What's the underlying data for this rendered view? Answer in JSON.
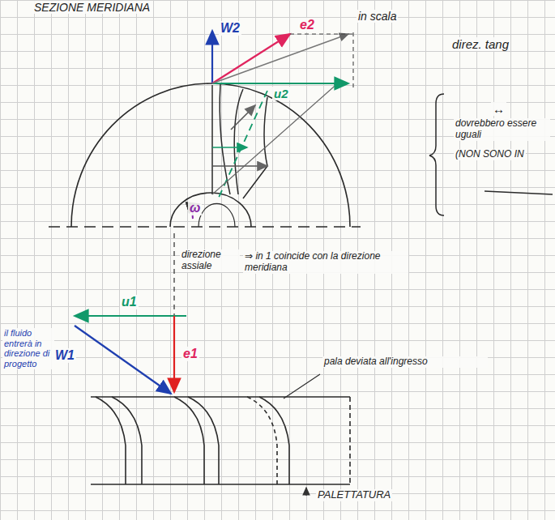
{
  "diagram": {
    "title": "SEZIONE MERIDIANA",
    "labels": [
      "W2",
      "e2",
      "in scala",
      "direz. tang",
      "u2",
      "↔",
      "dovrebbero essere uguali",
      "(NON SONO IN",
      "ω",
      "direzione assiale",
      "⇒ in 1 coincide con la direzione meridiana",
      "u1",
      "W1",
      "e1",
      "il fluido entrerà in direzione di progetto",
      "pala deviata all'ingresso",
      "PALETTATURA"
    ]
  }
}
